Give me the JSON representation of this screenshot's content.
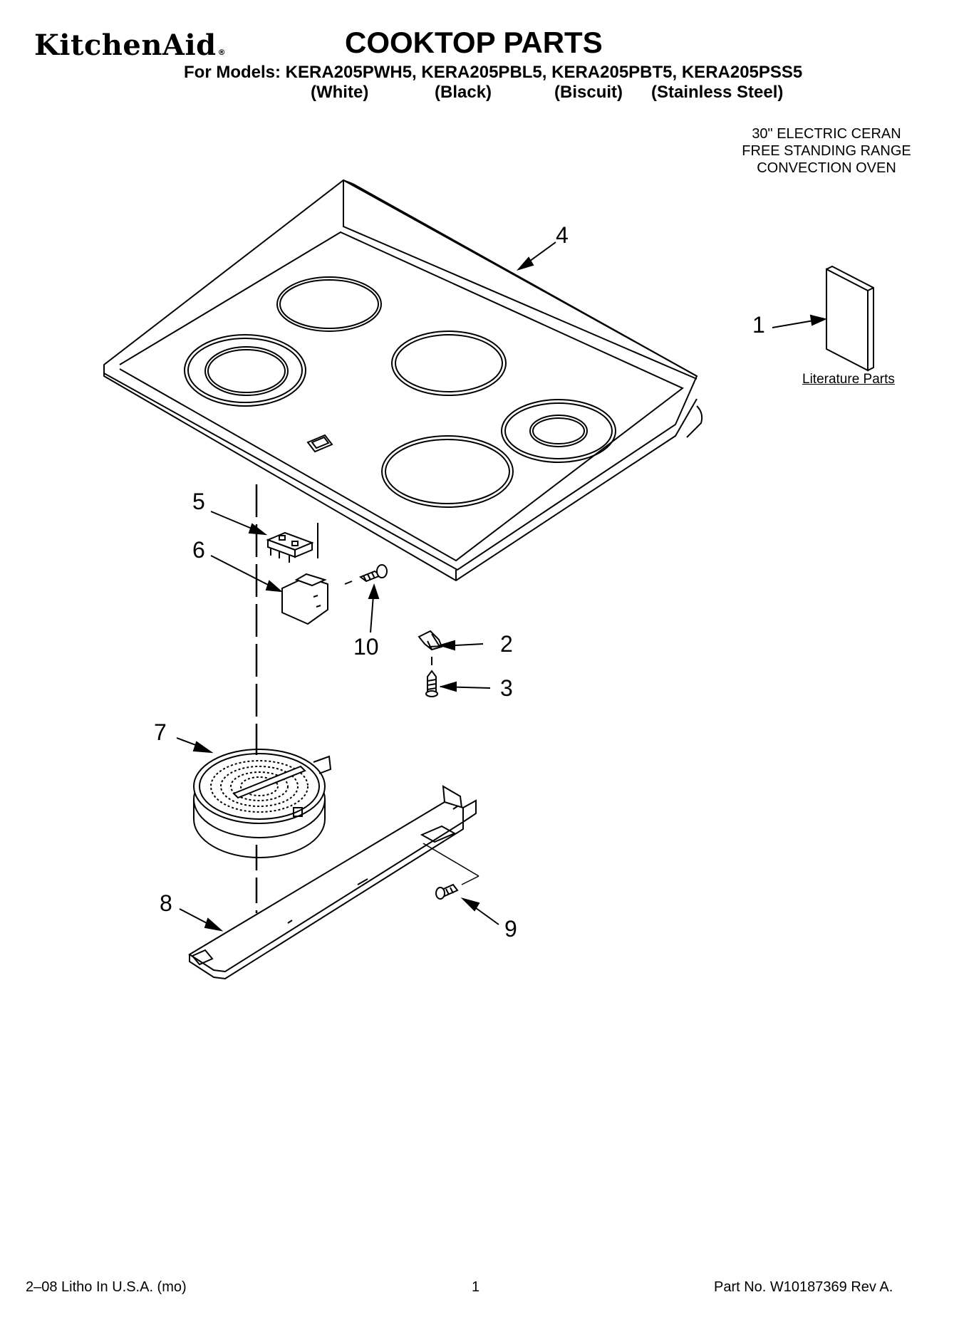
{
  "header": {
    "brand": "KitchenAid",
    "brand_mark": "®",
    "title": "COOKTOP PARTS",
    "models_line": "For Models: KERA205PWH5, KERA205PBL5, KERA205PBT5, KERA205PSS5",
    "colors": [
      "(White)",
      "(Black)",
      "(Biscuit)",
      "(Stainless Steel)"
    ]
  },
  "description": [
    "30\" ELECTRIC CERAN",
    "FREE STANDING RANGE",
    "CONVECTION OVEN"
  ],
  "literature_label": "Literature Parts",
  "callouts": [
    "1",
    "2",
    "3",
    "4",
    "5",
    "6",
    "7",
    "8",
    "9",
    "10"
  ],
  "footer": {
    "left": "2–08 Litho In U.S.A. (mo)",
    "center": "1",
    "right": "Part No. W10187369 Rev A."
  },
  "style": {
    "ink": "#000000",
    "paper": "#ffffff"
  }
}
